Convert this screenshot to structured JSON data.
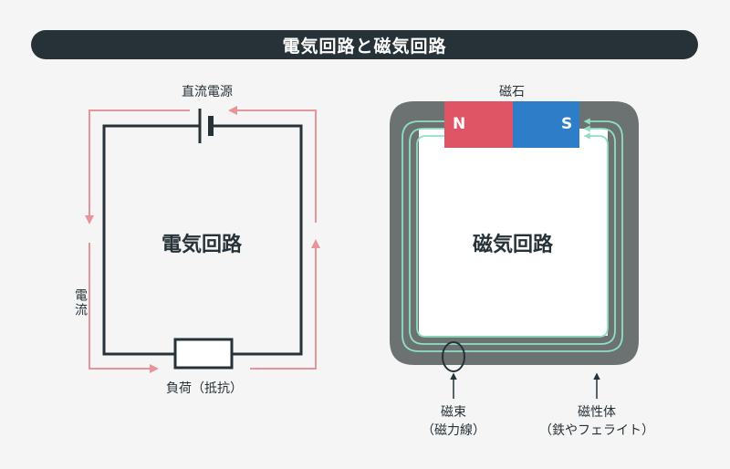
{
  "title": "電気回路と磁気回路",
  "electric": {
    "circuit_label": "電気回路",
    "source_label": "直流電源",
    "current_label": "電流",
    "load_label": "負荷（抵抗）"
  },
  "magnetic": {
    "circuit_label": "磁気回路",
    "magnet_label": "磁石",
    "north": "N",
    "south": "S",
    "flux_label": "磁束",
    "flux_sub": "（磁力線）",
    "core_label": "磁性体",
    "core_sub": "（鉄やフェライト）"
  },
  "colors": {
    "dark": "#273238",
    "current_arrow": "#e8949b",
    "north": "#e05566",
    "south": "#2d7dc8",
    "core": "#6c7172",
    "flux": "#8ee0c0"
  }
}
